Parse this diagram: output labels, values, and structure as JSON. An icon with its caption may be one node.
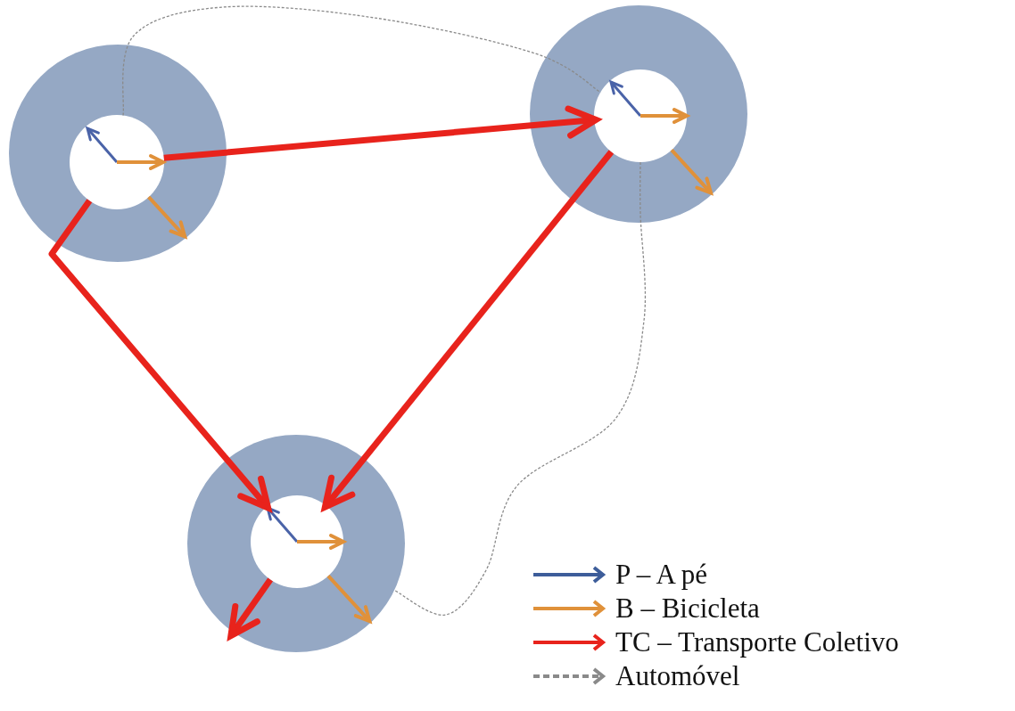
{
  "diagram": {
    "nodes": [
      {
        "text": [],
        "shape": "circle"
      },
      {
        "text": [],
        "shape": "circle"
      },
      {
        "text": [],
        "shape": "circle"
      },
      {
        "text": [],
        "shape": "circle",
        "in": 0
      },
      {
        "text": [],
        "shape": "circle",
        "in": 1
      },
      {
        "text": [],
        "shape": "circle",
        "in": 2
      }
    ],
    "edges": [
      {
        "from": 3,
        "to": 4,
        "arrow": "to"
      },
      {
        "from": 3,
        "to": 5,
        "arrow": "to"
      },
      {
        "from": 4,
        "to": 5,
        "arrow": "to"
      },
      {
        "from": 5,
        "to": null,
        "arrow": "to"
      },
      {
        "from": 3,
        "to": 4,
        "arrow": "none",
        "style": "dashed",
        "color": "#8a8a8a"
      },
      {
        "from": 4,
        "to": 2,
        "arrow": "none",
        "style": "dashed",
        "color": "#8a8a8a"
      },
      {
        "from": 3,
        "to": 0,
        "arrow": "to",
        "color": "#e0913a"
      },
      {
        "from": 4,
        "to": 1,
        "arrow": "to",
        "color": "#e0913a"
      },
      {
        "from": 5,
        "to": 2,
        "arrow": "to",
        "color": "#e0913a"
      }
    ],
    "legend": [
      {
        "text": "P – A pé"
      },
      {
        "text": "B – Bicicleta"
      },
      {
        "text": "TC – Transporte Coletivo"
      },
      {
        "text": "Automóvel"
      }
    ]
  }
}
